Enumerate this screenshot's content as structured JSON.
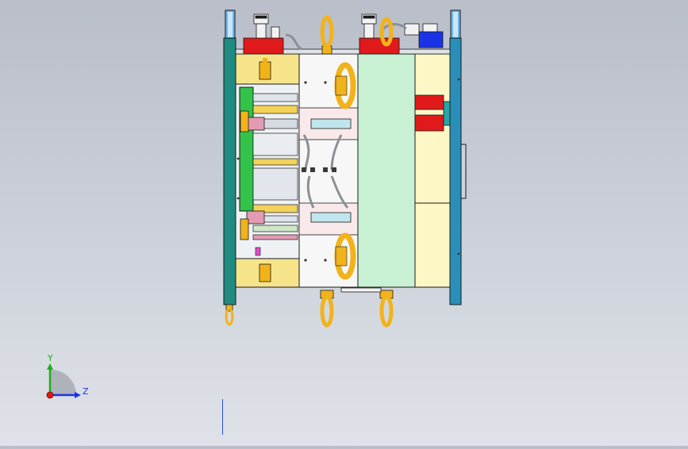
{
  "viewport": {
    "background_top": "#b9bec8",
    "background_bottom": "#dfe2e8"
  },
  "triad": {
    "y_label": "Y",
    "z_label": "Z",
    "y_color": "#19b219",
    "z_color": "#1a33e6",
    "origin_color": "#e01919"
  },
  "colors": {
    "outline": "#1a1a1a",
    "plate_teal": "#1f8a80",
    "plate_yellow": "#f5e48a",
    "plate_pale_yellow": "#fdf7c6",
    "plate_white": "#f7f7f7",
    "plate_mint": "#c8f0d2",
    "ejector_green": "#33c24a",
    "hoist_orange": "#f2b31a",
    "pillar_blue": "#2f7fd6",
    "valve_red": "#e01a1a",
    "hose_grey": "#9aa0a6",
    "pink": "#e39ab3"
  },
  "components": {
    "top_clamp_plate": "mold-top-clamp-plate",
    "bottom_clamp_plate": "mold-bottom-clamp-plate",
    "ejector_plate": "ejector-plate",
    "a_plate": "a-plate",
    "b_plate": "b-plate",
    "spacer_block": "spacer-block",
    "hoist_rings": "hoist-ring",
    "water_valves": "water-valve",
    "hydraulic_cylinders": "hydraulic-cylinder",
    "guide_pillars": "guide-pillar"
  }
}
